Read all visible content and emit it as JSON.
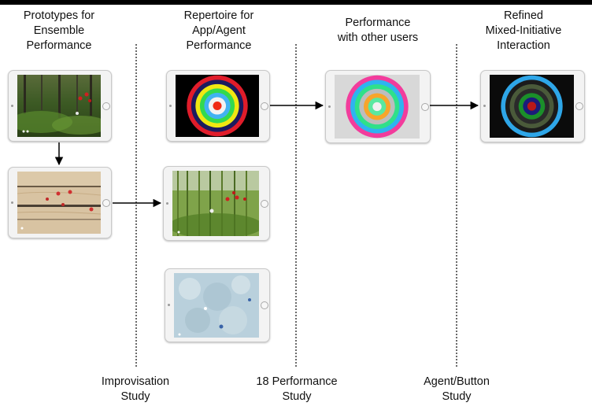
{
  "columns": [
    {
      "title": "Prototypes for\nEnsemble\nPerformance"
    },
    {
      "title": "Repertoire for\nApp/Agent\nPerformance"
    },
    {
      "title": "Performance\nwith other users"
    },
    {
      "title": "Refined\nMixed-Initiative\nInteraction"
    }
  ],
  "studies": [
    {
      "label": "Improvisation\nStudy"
    },
    {
      "label": "18 Performance\nStudy"
    },
    {
      "label": "Agent/Button\nStudy"
    }
  ],
  "screens": [
    {
      "name": "forest-screen",
      "theme": "photo"
    },
    {
      "name": "wood-screen",
      "theme": "photo"
    },
    {
      "name": "target-screen",
      "theme": "target",
      "rings": [
        "#e01c2a",
        "#1b1b5e",
        "#f0e812",
        "#33d94f",
        "#41b2f2",
        "#f2f2f2",
        "#f02a14"
      ]
    },
    {
      "name": "bamboo-screen",
      "theme": "photo"
    },
    {
      "name": "water-screen",
      "theme": "photo"
    },
    {
      "name": "target-screen-2",
      "theme": "target",
      "rings": [
        "#f23c9c",
        "#2eb4f0",
        "#2fe08a",
        "#bdbdbd",
        "#f7a52a",
        "#59e8a0",
        "#f0f0f0"
      ]
    },
    {
      "name": "target-screen-3",
      "theme": "target",
      "rings": [
        "#2ea6e8",
        "#1b1b1b",
        "#4a5a3a",
        "#2a2a2a",
        "#1b8f2a",
        "#1b1b7a",
        "#b81818"
      ]
    }
  ]
}
